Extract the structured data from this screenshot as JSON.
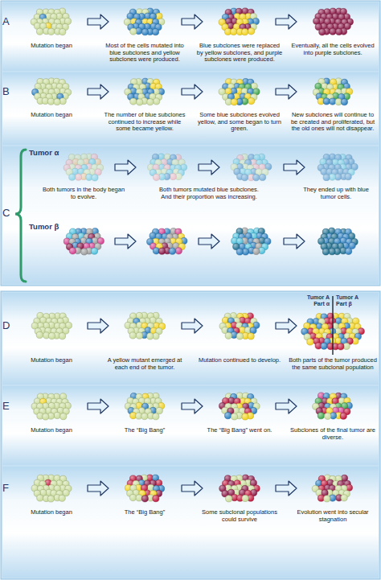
{
  "diagram": {
    "labels": [
      "A",
      "Mutation began",
      "Most of the cells mutated into blue subclones and yellow subclones were produced.",
      "Blue subclones were replaced by yellow subclones, and purple subclones were produced.",
      "Eventually, all the cells evolved into purple subclones.",
      "B",
      "Mutation began",
      "The number of blue subclones continued to increase while some became yellow.",
      "Some blue subclones evolved yellow, and some began to turn green.",
      "New subclones will continue to be created and proliferated, but the old ones will not disappear.",
      "C",
      "Tumor α",
      "Both tumors in the body began to evolve.",
      "Both tumors mutated blue subclones. And their proportion was increasing.",
      "They ended up with blue tumor cells.",
      "Tumor β",
      "D",
      "Tumor A Part α",
      "Tumor A Part β",
      "Mutation began",
      "A yellow mutant emerged at each end of the tumor.",
      "Mutation continued to develop.",
      "Both parts of the tumor produced the same subclonal population",
      "E",
      "Mutation began",
      "The “Big Bang”",
      "The “Big Bang” went on.",
      "Subclones of the final tumor are diverse.",
      "F",
      "Mutation began",
      "The “Big Bang”",
      "Some subclonal populations could survive",
      "Evolution went into secular stagnation"
    ]
  }
}
